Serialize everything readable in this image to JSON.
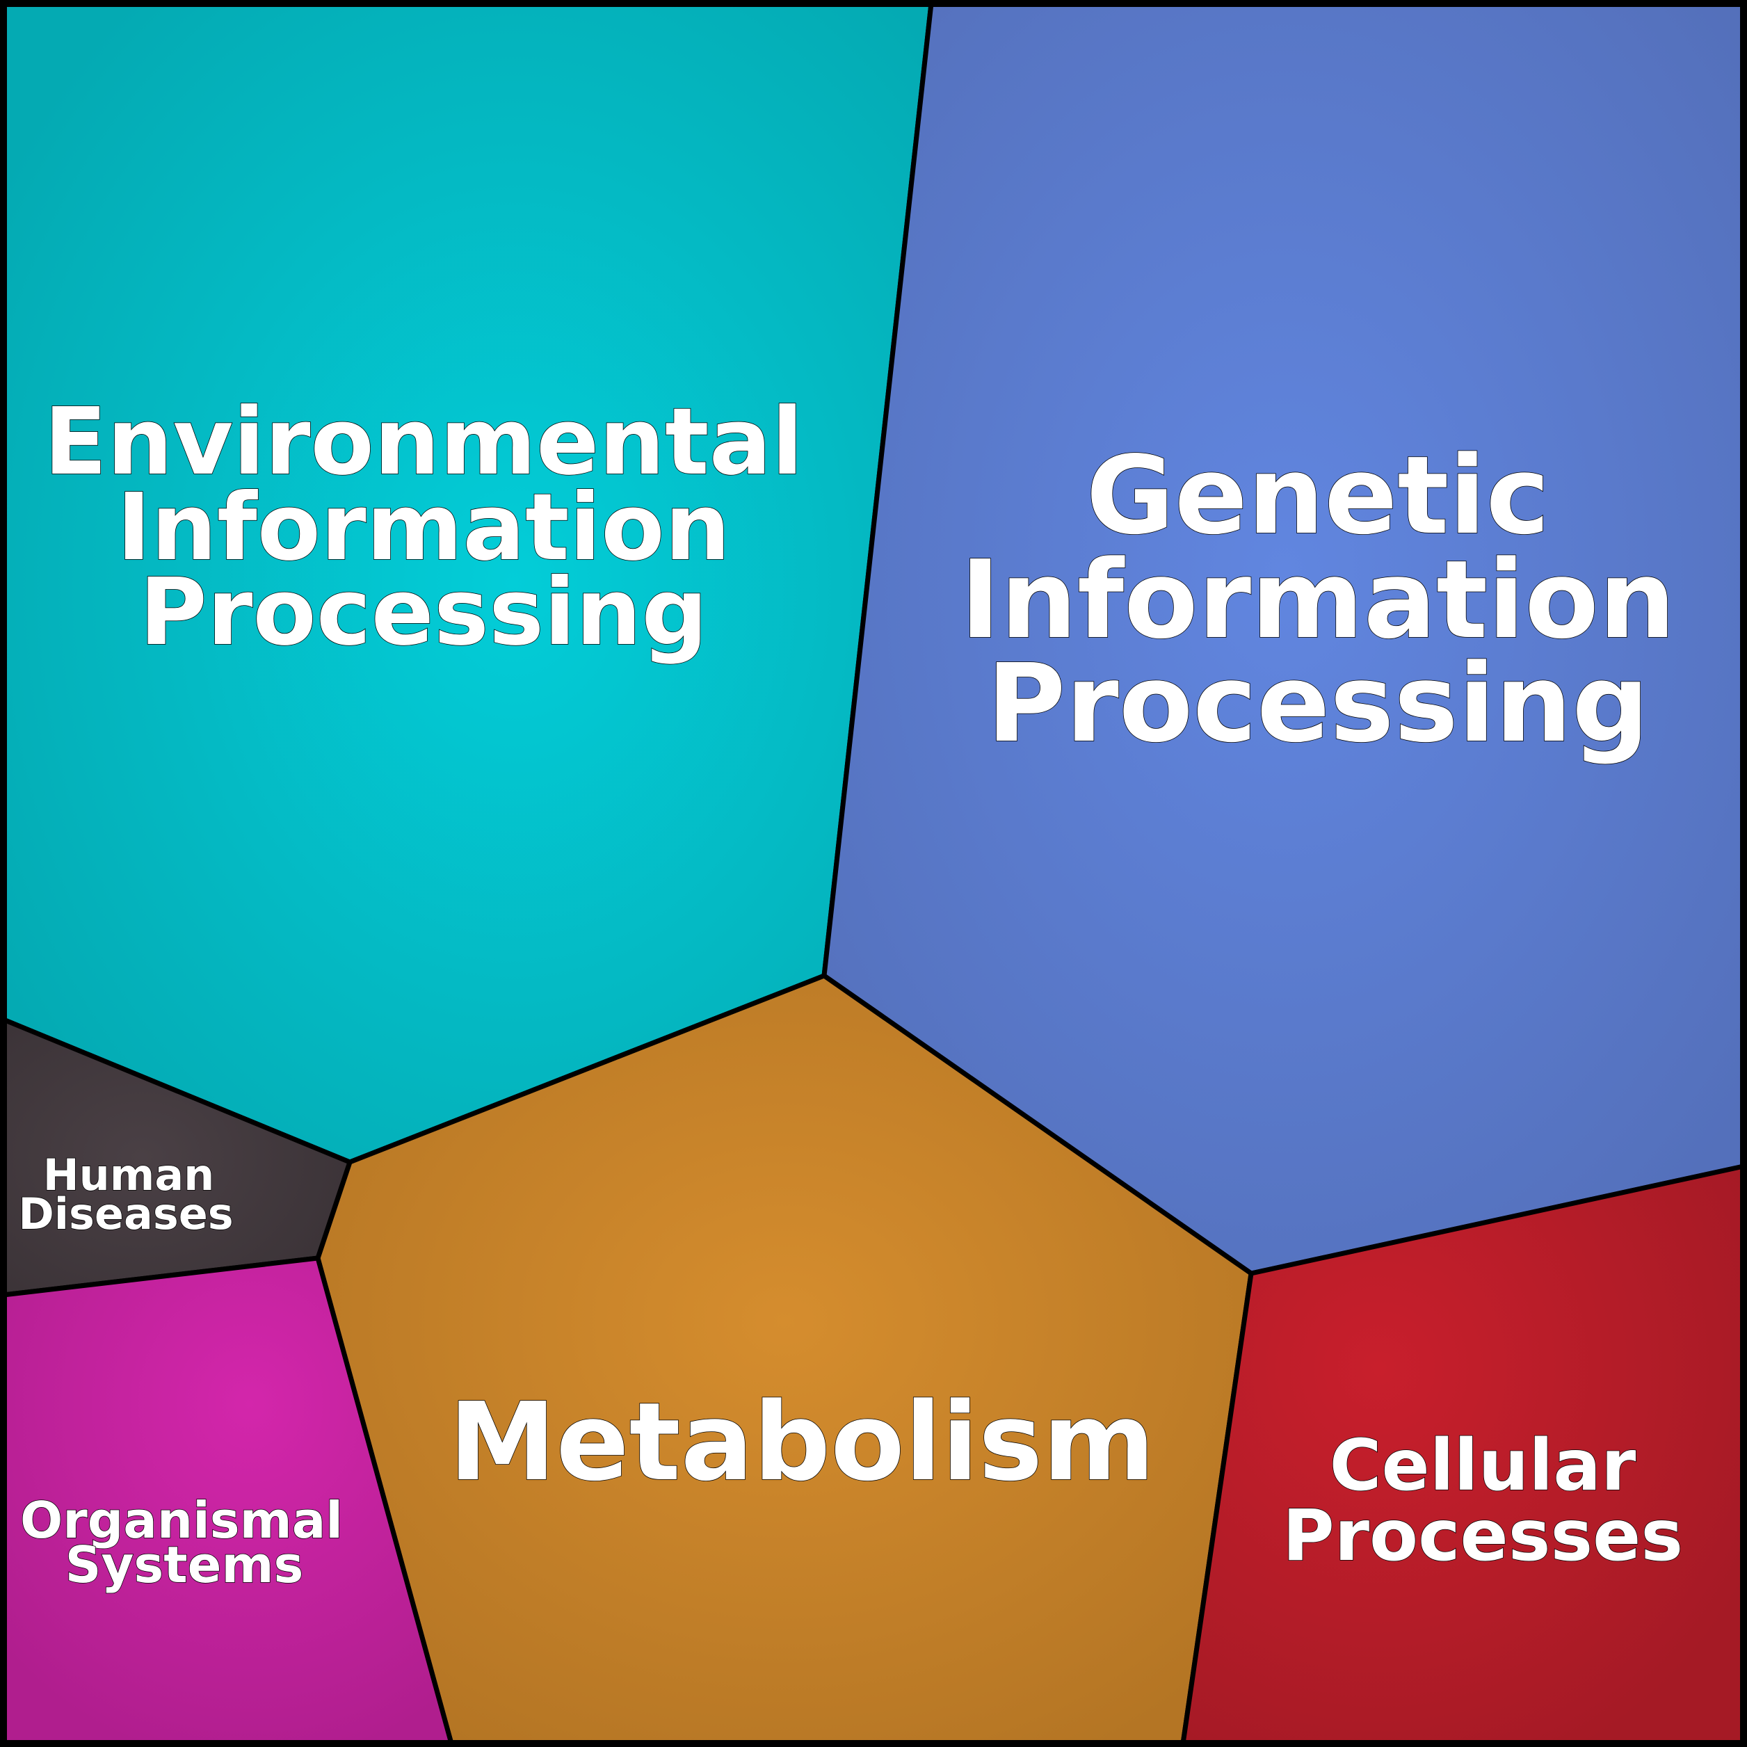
{
  "title": "KEGG Functional Categories Voronoi Treemap",
  "cells": {
    "environmental": {
      "lines": [
        "Environmental",
        "Information",
        "Processing"
      ],
      "color": "#03cdd8",
      "edge_color": "#04aab3"
    },
    "genetic": {
      "lines": [
        "Genetic",
        "Information",
        "Processing"
      ],
      "color": "#6186e0",
      "edge_color": "#5470bb"
    },
    "metabolism": {
      "lines": [
        "Metabolism"
      ],
      "color": "#d58d2e",
      "edge_color": "#b47524"
    },
    "cellular": {
      "lines": [
        "Cellular",
        "Processes"
      ],
      "color": "#c81f2c",
      "edge_color": "#a51a25"
    },
    "human": {
      "lines": [
        "Human",
        "Diseases"
      ],
      "color": "#4a4045",
      "edge_color": "#3a3236"
    },
    "organismal": {
      "lines": [
        "Organismal",
        "Systems"
      ],
      "color": "#d326ab",
      "edge_color": "#b01e8e"
    }
  }
}
